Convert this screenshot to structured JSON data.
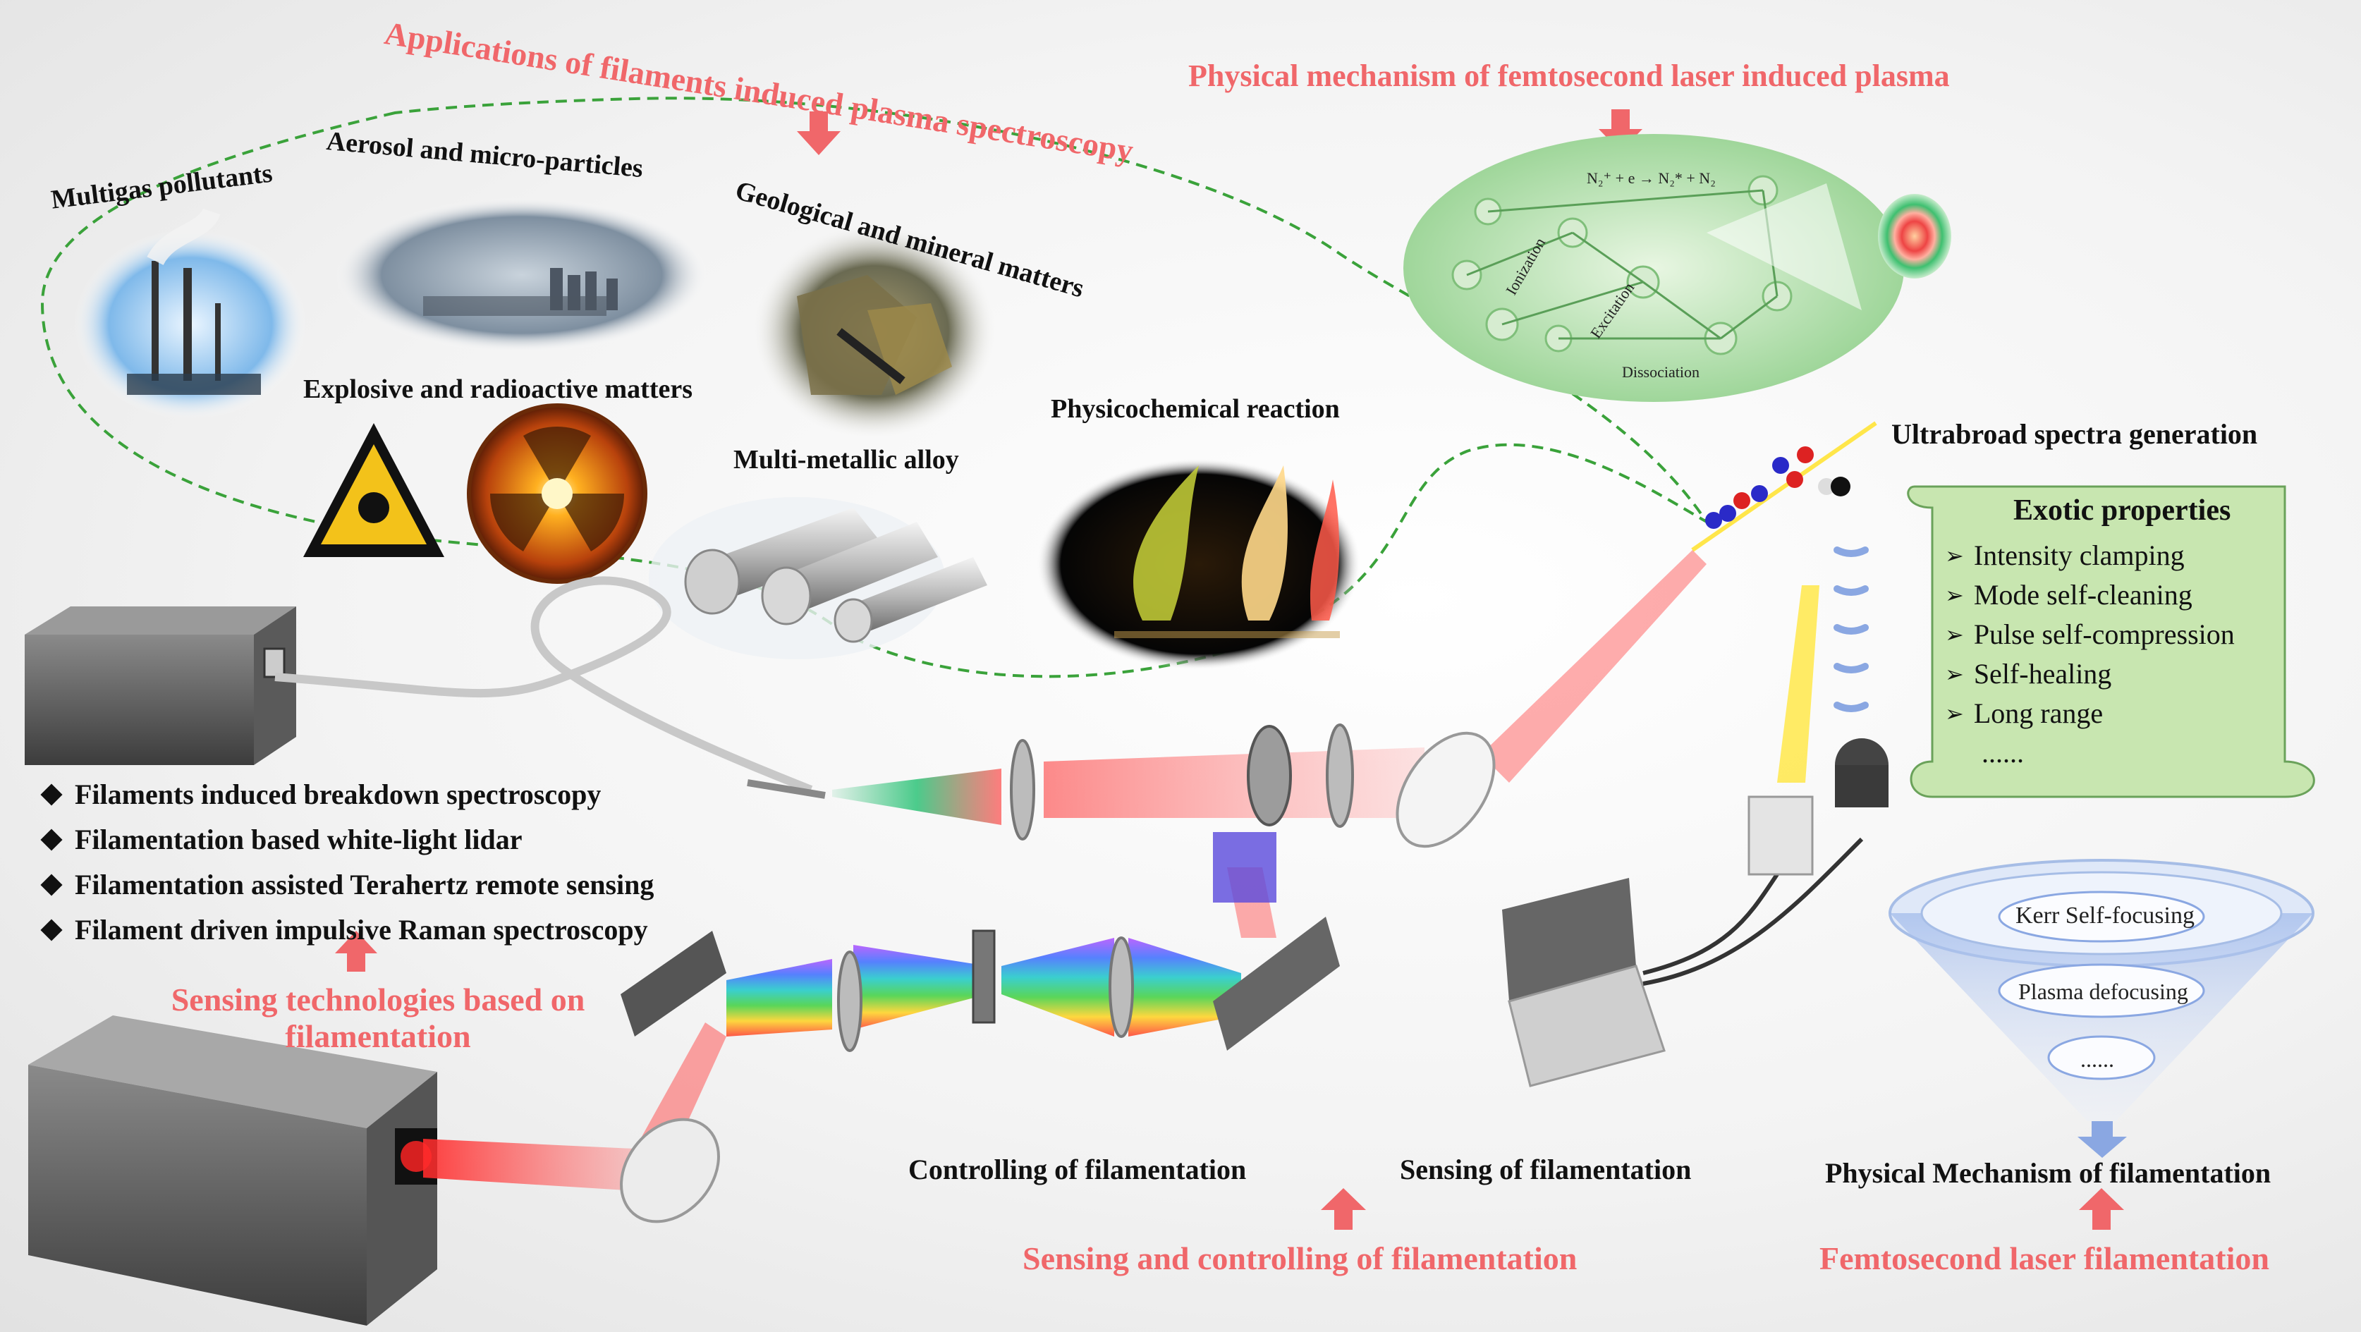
{
  "headings": {
    "applications": "Applications of filaments induced plasma spectroscopy",
    "mechanism": "Physical mechanism of femtosecond laser induced plasma",
    "sensing_tech": "Sensing technologies based on filamentation",
    "sensing_controlling": "Sensing and controlling of filamentation",
    "femtosecond": "Femtosecond laser filamentation"
  },
  "applications": {
    "multigas": "Multigas pollutants",
    "aerosol": "Aerosol and micro-particles",
    "geological": "Geological and mineral matters",
    "explosive": "Explosive and radioactive matters",
    "alloy": "Multi-metallic alloy",
    "physicochemical": "Physicochemical reaction"
  },
  "sensing_list": [
    "Filaments induced breakdown spectroscopy",
    "Filamentation based white-light lidar",
    "Filamentation assisted Terahertz remote sensing",
    "Filament driven impulsive Raman spectroscopy"
  ],
  "labels": {
    "ultrabroad": "Ultrabroad spectra generation",
    "controlling": "Controlling of filamentation",
    "sensing": "Sensing of filamentation",
    "physical_mechanism": "Physical Mechanism of filamentation"
  },
  "exotic": {
    "title": "Exotic properties",
    "items": [
      "Intensity clamping",
      "Mode self-cleaning",
      "Pulse self-compression",
      "Self-healing",
      "Long range",
      "......"
    ]
  },
  "funnel": {
    "level1": "Kerr Self-focusing",
    "level2": "Plasma defocusing",
    "level3": "......"
  },
  "plasma_diagram": {
    "eq": "N₂⁺ + e → N₂* + N₂",
    "excitation": "Excitation",
    "dissociation": "Dissociation",
    "ionization": "Ionization"
  },
  "colors": {
    "heading_red": "#f0676a",
    "dashed_green": "#3aa23a",
    "scroll_green": "#c8e6b0",
    "funnel_blue": "#b9cdf0",
    "laser_red": "#ff2a2a"
  }
}
